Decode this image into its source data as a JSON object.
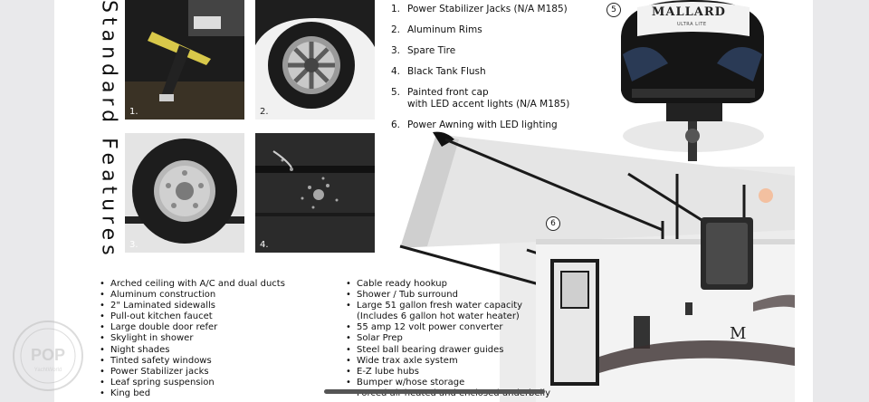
{
  "page": {
    "vertical_title": "Standard Features"
  },
  "photos": [
    {
      "number": "1.",
      "subject": "stabilizer-jack"
    },
    {
      "number": "2.",
      "subject": "aluminum-rim"
    },
    {
      "number": "3.",
      "subject": "spare-tire"
    },
    {
      "number": "4.",
      "subject": "black-tank-flush"
    }
  ],
  "numbered_features": [
    {
      "number": "1.",
      "text": "Power Stabilizer Jacks (N/A M185)"
    },
    {
      "number": "2.",
      "text": "Aluminum Rims"
    },
    {
      "number": "3.",
      "text": "Spare Tire"
    },
    {
      "number": "4.",
      "text": "Black Tank Flush"
    },
    {
      "number": "5.",
      "text": "Painted front cap\nwith LED accent lights (N/A M185)"
    },
    {
      "number": "6.",
      "text": "Power Awning with LED lighting"
    }
  ],
  "callouts": {
    "front_cap": "5",
    "awning": "6"
  },
  "trailer_badge": "MALLARD",
  "trailer_sub_badge": "ULTRA LITE",
  "side_badge": "M",
  "bullets_col1": [
    "Arched ceiling with A/C and dual ducts",
    "Aluminum construction",
    "2\" Laminated sidewalls",
    "Pull-out kitchen faucet",
    "Large double door refer",
    "Skylight in shower",
    "Night shades",
    "Tinted safety windows",
    "Power Stabilizer jacks",
    "Leaf spring suspension",
    "King bed"
  ],
  "bullets_col2": [
    "Cable ready hookup",
    "Shower / Tub surround",
    "Large 51 gallon fresh water capacity\n(Includes 6 gallon hot water heater)",
    "55 amp 12 volt power converter",
    "Solar Prep",
    "Steel ball bearing drawer guides",
    "Wide trax axle system",
    "E-Z lube hubs",
    "Bumper w/hose storage",
    "Forced air heated and enclosed underbelly"
  ],
  "watermark_text": "POP",
  "watermark_sub": "YachtWorld",
  "colors": {
    "side_bg": "#e9e9eb",
    "page_bg": "#ffffff",
    "text": "#111111",
    "awning": "#e6e6e6",
    "trailer_body": "#f1f1f1",
    "trailer_dark": "#1a1a1a"
  }
}
